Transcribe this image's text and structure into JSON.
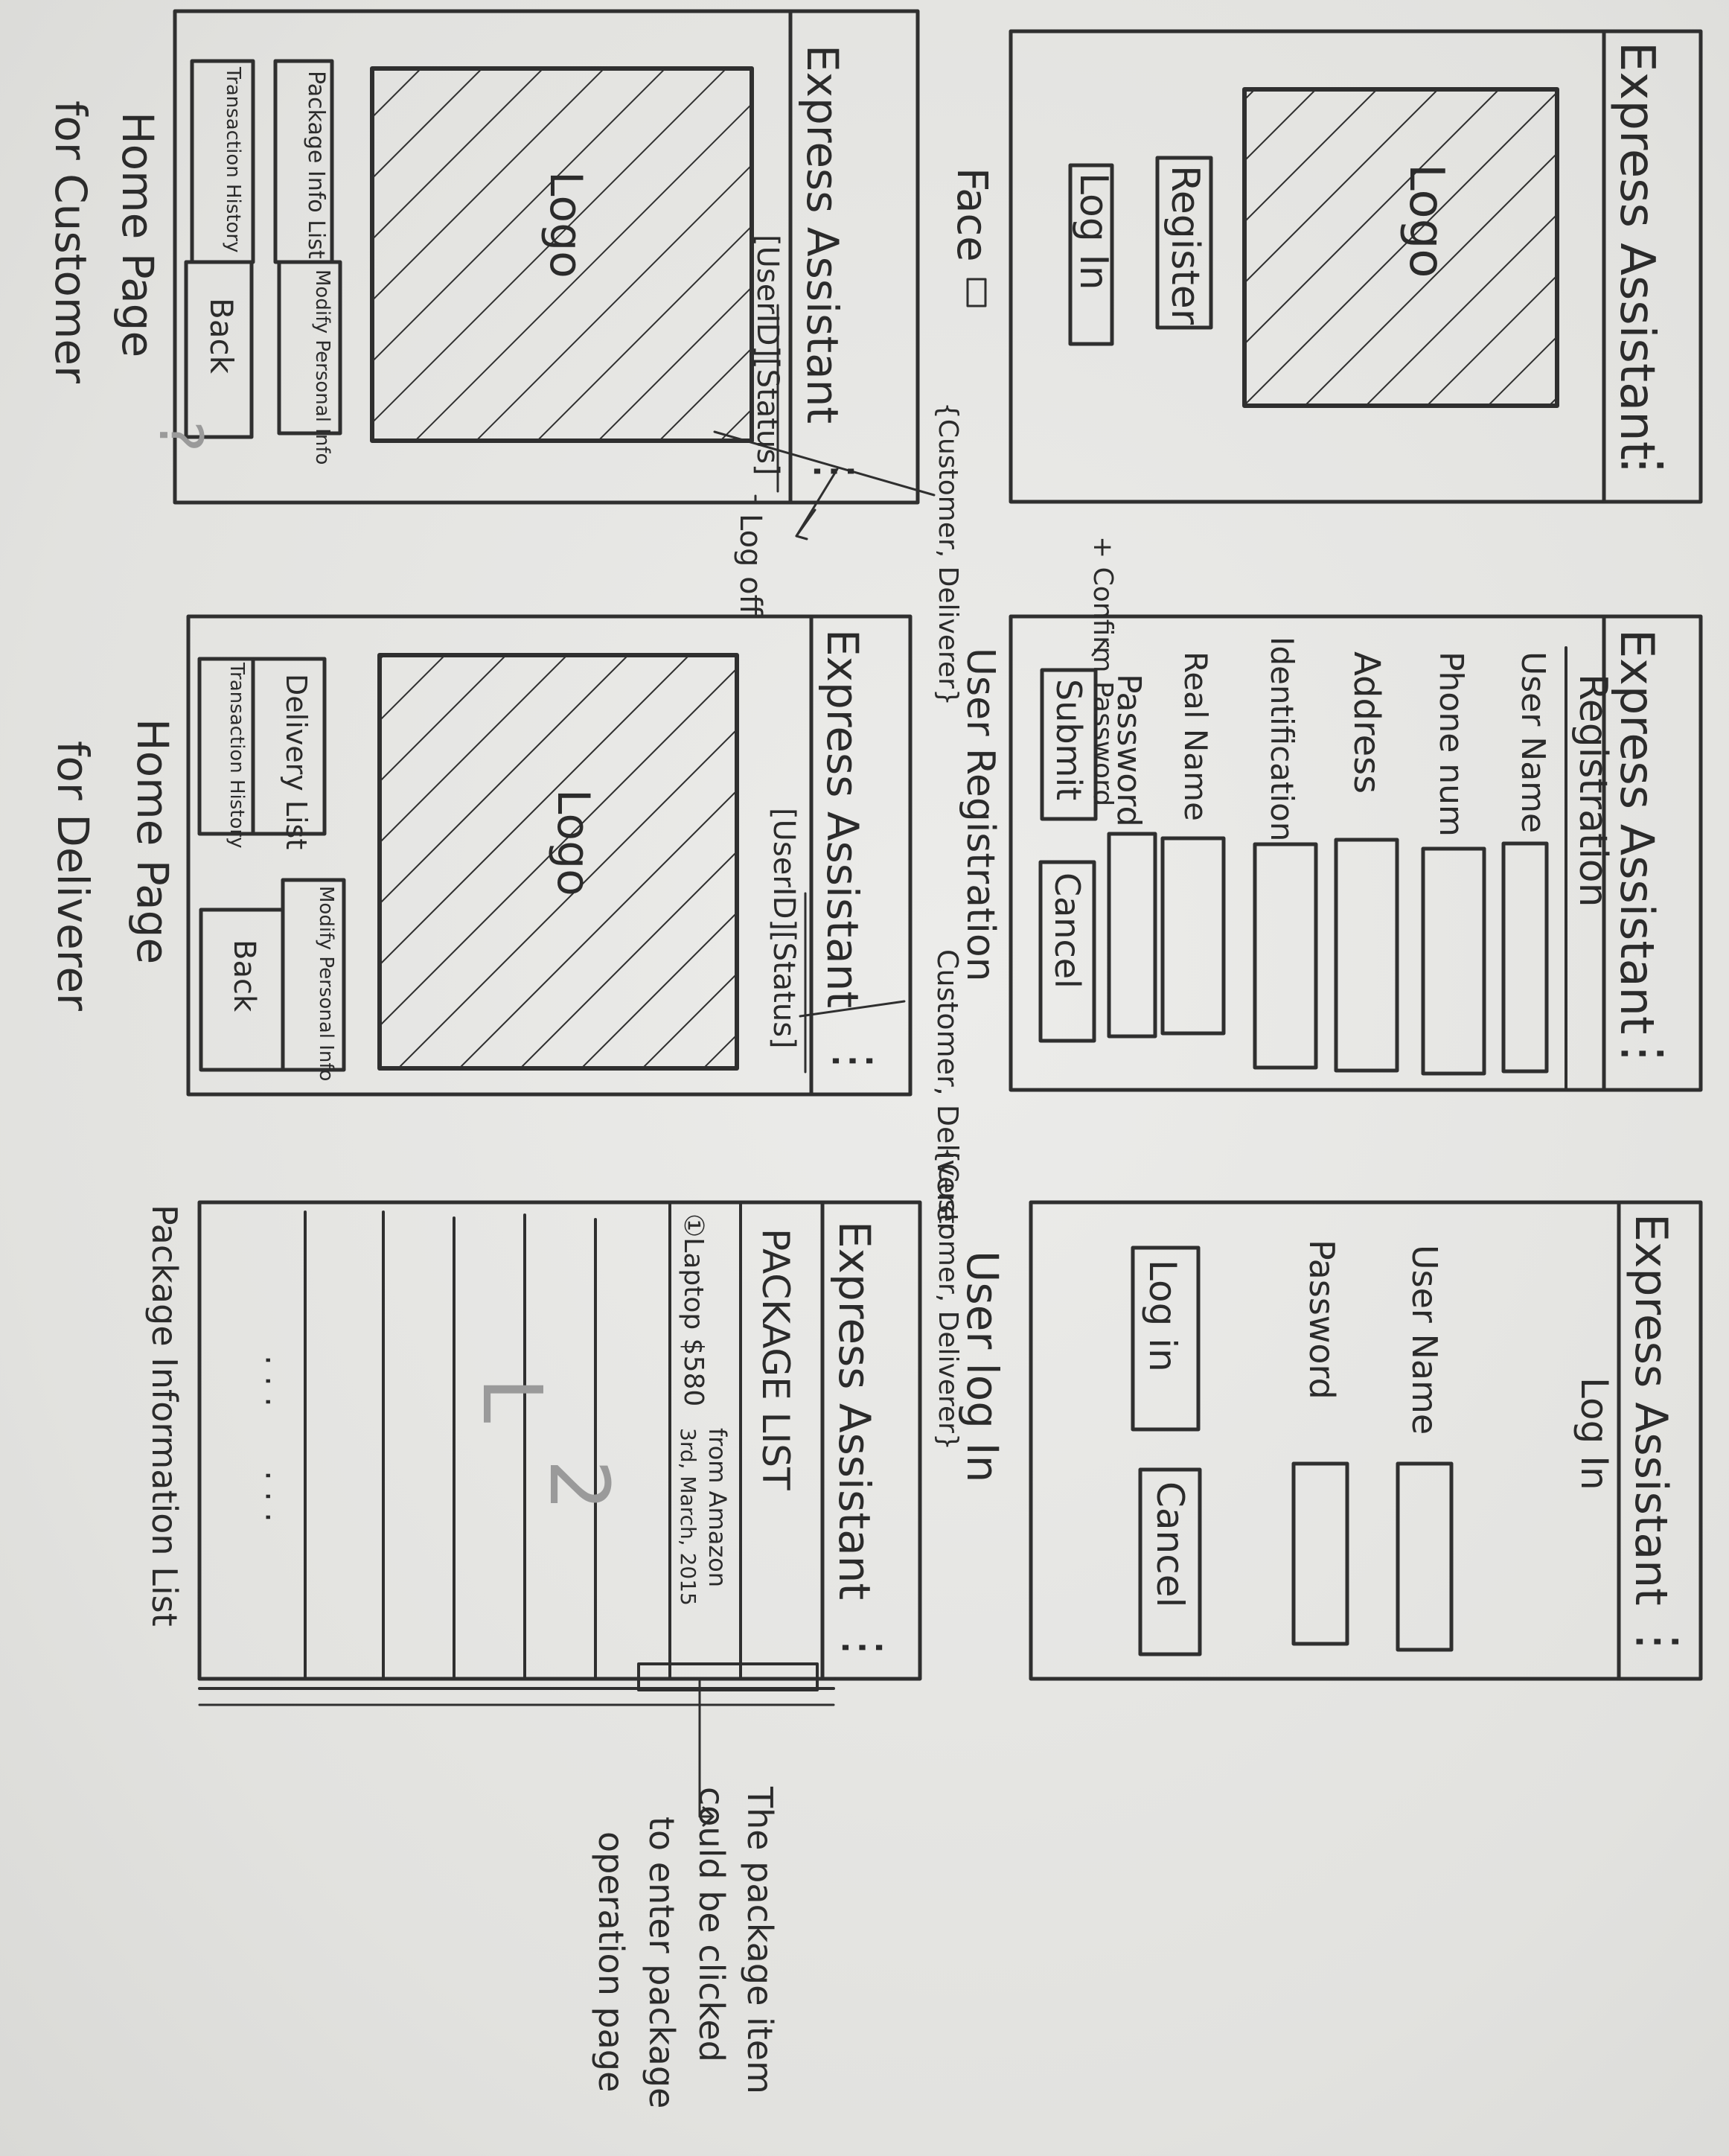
{
  "app_title": "Express Assistant",
  "menu_glyph": "⋮",
  "logo_text": "Logo",
  "front": {
    "label": "Face",
    "register_button": "Register",
    "login_button": "Log In"
  },
  "registration": {
    "title": "Registration",
    "fields": [
      "User Name",
      "Phone num",
      "Address",
      "Identification",
      "Real Name",
      "Password"
    ],
    "confirm_note": "+ Confirm Password",
    "submit_button": "Submit",
    "cancel_button": "Cancel",
    "caption": "User Registration",
    "role_note": "Customer, Deliverer"
  },
  "login": {
    "title": "Log In",
    "fields": [
      "User Name",
      "Password"
    ],
    "login_button": "Log in",
    "cancel_button": "Cancel",
    "caption": "User log In",
    "role_note": "{Customer, Deliverer}"
  },
  "customer_home": {
    "status_bar": "[UserID][Status]",
    "role_note": "{Customer, Deliverer}",
    "logoff": "Log off",
    "buttons": [
      "Package Info List",
      "Modify Personal Info",
      "Transaction History",
      "Back"
    ],
    "caption_1": "Home Page",
    "caption_2": "for Customer"
  },
  "deliverer_home": {
    "status_bar": "[UserID][Status]",
    "buttons": [
      "Delivery List",
      "Modify Personal Info",
      "Transaction History",
      "Back"
    ],
    "caption_1": "Home Page",
    "caption_2": "for Deliverer"
  },
  "package_list": {
    "title": "PACKAGE  LIST",
    "first_item_name": "①Laptop $580",
    "first_item_from": "from Amazon",
    "first_item_detail": "3rd, March, 2015",
    "ellipsis_a": "· · ·",
    "ellipsis_b": "· · ·",
    "caption": "Package Information List",
    "note_lines": [
      "The package item",
      "could be clicked",
      "to enter package",
      "operation page"
    ]
  },
  "ghost_marks": [
    "L",
    "2",
    "?"
  ]
}
